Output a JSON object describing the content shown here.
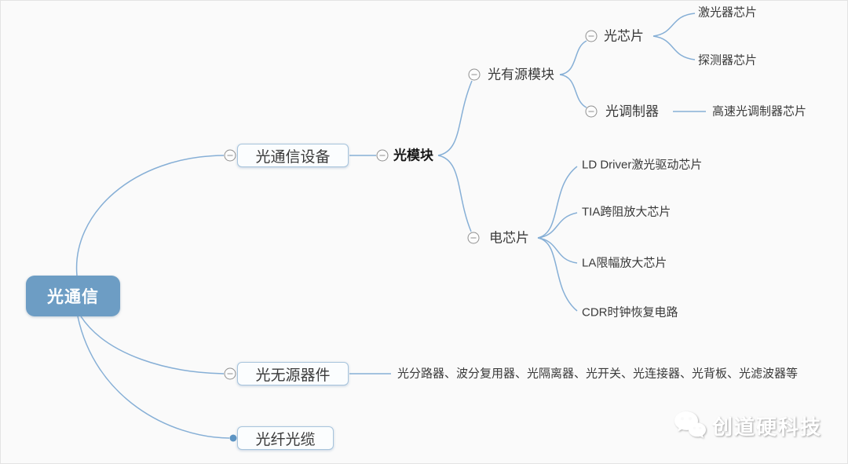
{
  "diagram": {
    "root": {
      "label": "光通信"
    },
    "device": {
      "label": "光通信设备"
    },
    "module": {
      "label": "光模块"
    },
    "active_module": {
      "label": "光有源模块"
    },
    "optical_chip": {
      "label": "光芯片"
    },
    "laser_chip": {
      "label": "激光器芯片"
    },
    "detector_chip": {
      "label": "探测器芯片"
    },
    "modulator": {
      "label": "光调制器"
    },
    "hs_modulator_chip": {
      "label": "高速光调制器芯片"
    },
    "electric_chip": {
      "label": "电芯片"
    },
    "ld_driver": {
      "label": "LD Driver激光驱动芯片"
    },
    "tia": {
      "label": "TIA跨阻放大芯片"
    },
    "la": {
      "label": "LA限幅放大芯片"
    },
    "cdr": {
      "label": "CDR时钟恢复电路"
    },
    "passive": {
      "label": "光无源器件"
    },
    "passive_components": {
      "label": "光分路器、波分复用器、光隔离器、光开关、光连接器、光背板、光滤波器等"
    },
    "fiber": {
      "label": "光纤光缆"
    }
  },
  "watermark": {
    "brand": "创道硬科技"
  },
  "colors": {
    "background": "#fafafa",
    "connector_line": "#86afd6",
    "root_fill": "#6d9dc4",
    "root_text": "#ffffff",
    "box_border": "#a7c4dc",
    "box_fill": "#fbfdfe",
    "node_text": "#3a3a3a",
    "collapse_icon": "#909090",
    "branch_dot": "#5d94c3"
  }
}
